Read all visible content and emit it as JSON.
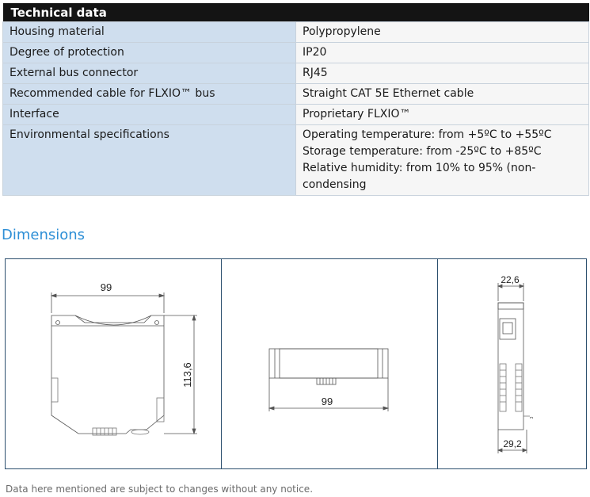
{
  "technical_data": {
    "title": "Technical data",
    "rows": [
      {
        "label": "Housing material",
        "value": [
          "Polypropylene"
        ]
      },
      {
        "label": "Degree of protection",
        "value": [
          "IP20"
        ]
      },
      {
        "label": "External bus connector",
        "value": [
          "RJ45"
        ]
      },
      {
        "label": "Recommended cable for FLXIO™ bus",
        "value": [
          "Straight CAT 5E Ethernet cable"
        ]
      },
      {
        "label": "Interface",
        "value": [
          "Proprietary FLXIO™"
        ]
      },
      {
        "label": "Environmental specifications",
        "value": [
          "Operating temperature: from +5ºC to +55ºC",
          "Storage temperature: from -25ºC to +85ºC",
          "Relative humidity: from 10% to 95% (non-",
          "condensing"
        ]
      }
    ]
  },
  "dimensions": {
    "title": "Dimensions",
    "front_view": {
      "width_label": "99",
      "height_label": "113,6"
    },
    "top_view": {
      "width_label": "99"
    },
    "side_view": {
      "top_width_label": "22,6",
      "bottom_width_label": "29,2",
      "small_label": "3"
    }
  },
  "footer": {
    "note": "Data here mentioned are subject to changes without any notice."
  }
}
